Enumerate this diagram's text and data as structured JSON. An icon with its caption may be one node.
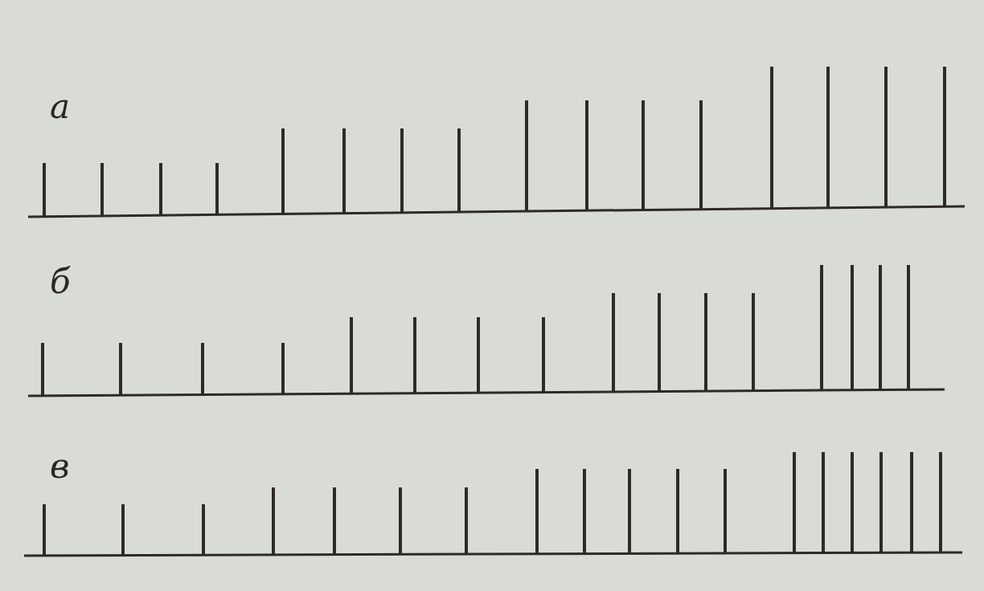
{
  "diagram": {
    "labels": [
      "а",
      "б",
      "в"
    ]
  }
}
